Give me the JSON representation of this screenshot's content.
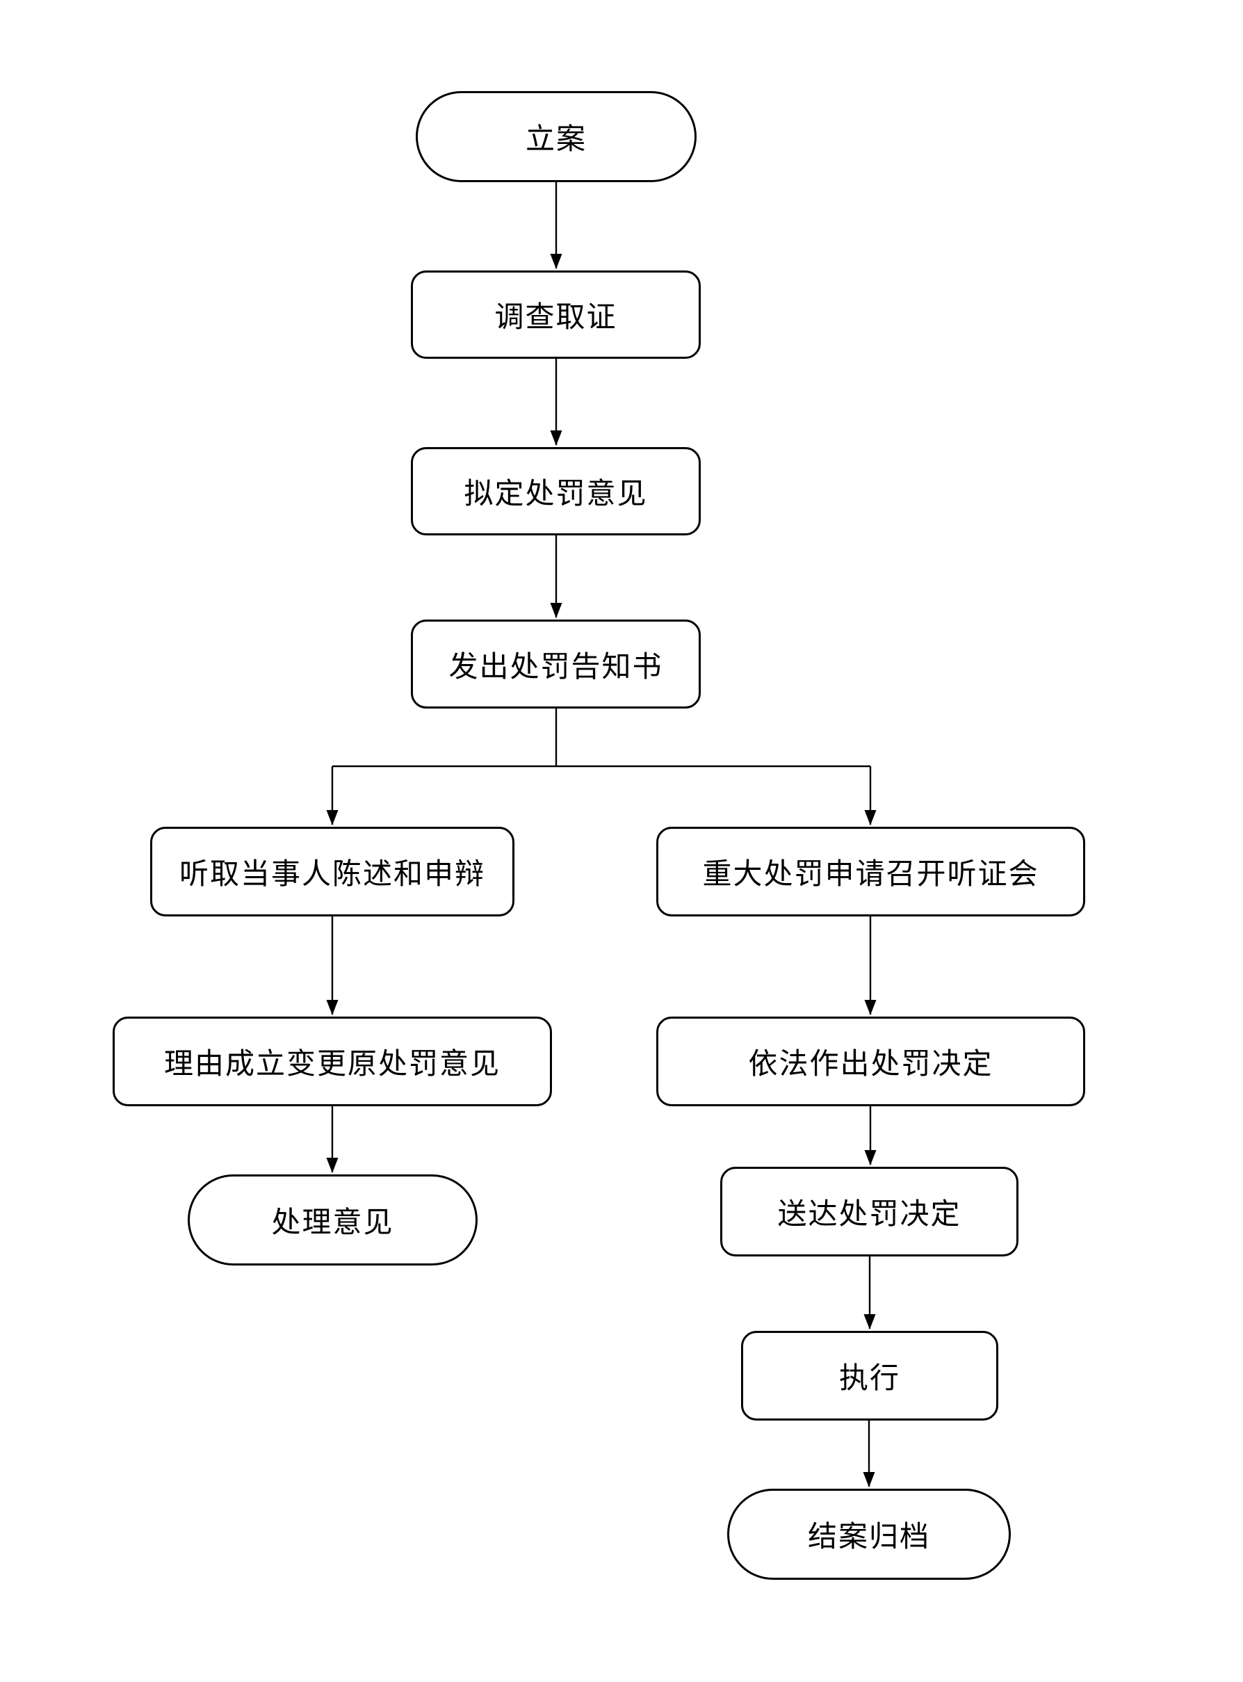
{
  "page": {
    "background": "#ffffff"
  },
  "flowchart": {
    "type": "flowchart",
    "direction": "top-down",
    "colors": {
      "node_stroke": "#000000",
      "node_fill": "#ffffff",
      "text": "#000000",
      "connector": "#000000"
    },
    "nodes": {
      "start": {
        "label": "立案",
        "shape": "stadium"
      },
      "investigate": {
        "label": "调查取证",
        "shape": "rect"
      },
      "draft_opinion": {
        "label": "拟定处罚意见",
        "shape": "rect"
      },
      "issue_notice": {
        "label": "发出处罚告知书",
        "shape": "rect"
      },
      "statement_defense": {
        "label": "听取当事人陈述和申辩",
        "shape": "rect"
      },
      "hearing": {
        "label": "重大处罚申请召开听证会",
        "shape": "rect"
      },
      "change_opinion": {
        "label": "理由成立变更原处罚意见",
        "shape": "rect"
      },
      "handling_opinion": {
        "label": "处理意见",
        "shape": "stadium"
      },
      "make_decision": {
        "label": "依法作出处罚决定",
        "shape": "rect"
      },
      "deliver_decision": {
        "label": "送达处罚决定",
        "shape": "rect"
      },
      "execute": {
        "label": "执行",
        "shape": "rect"
      },
      "close_archive": {
        "label": "结案归档",
        "shape": "stadium"
      }
    },
    "edges": [
      {
        "from": "start",
        "to": "investigate"
      },
      {
        "from": "investigate",
        "to": "draft_opinion"
      },
      {
        "from": "draft_opinion",
        "to": "issue_notice"
      },
      {
        "from": "issue_notice",
        "to": "statement_defense"
      },
      {
        "from": "issue_notice",
        "to": "hearing"
      },
      {
        "from": "statement_defense",
        "to": "change_opinion"
      },
      {
        "from": "change_opinion",
        "to": "handling_opinion"
      },
      {
        "from": "hearing",
        "to": "make_decision"
      },
      {
        "from": "make_decision",
        "to": "deliver_decision"
      },
      {
        "from": "deliver_decision",
        "to": "execute"
      },
      {
        "from": "execute",
        "to": "close_archive"
      }
    ]
  }
}
